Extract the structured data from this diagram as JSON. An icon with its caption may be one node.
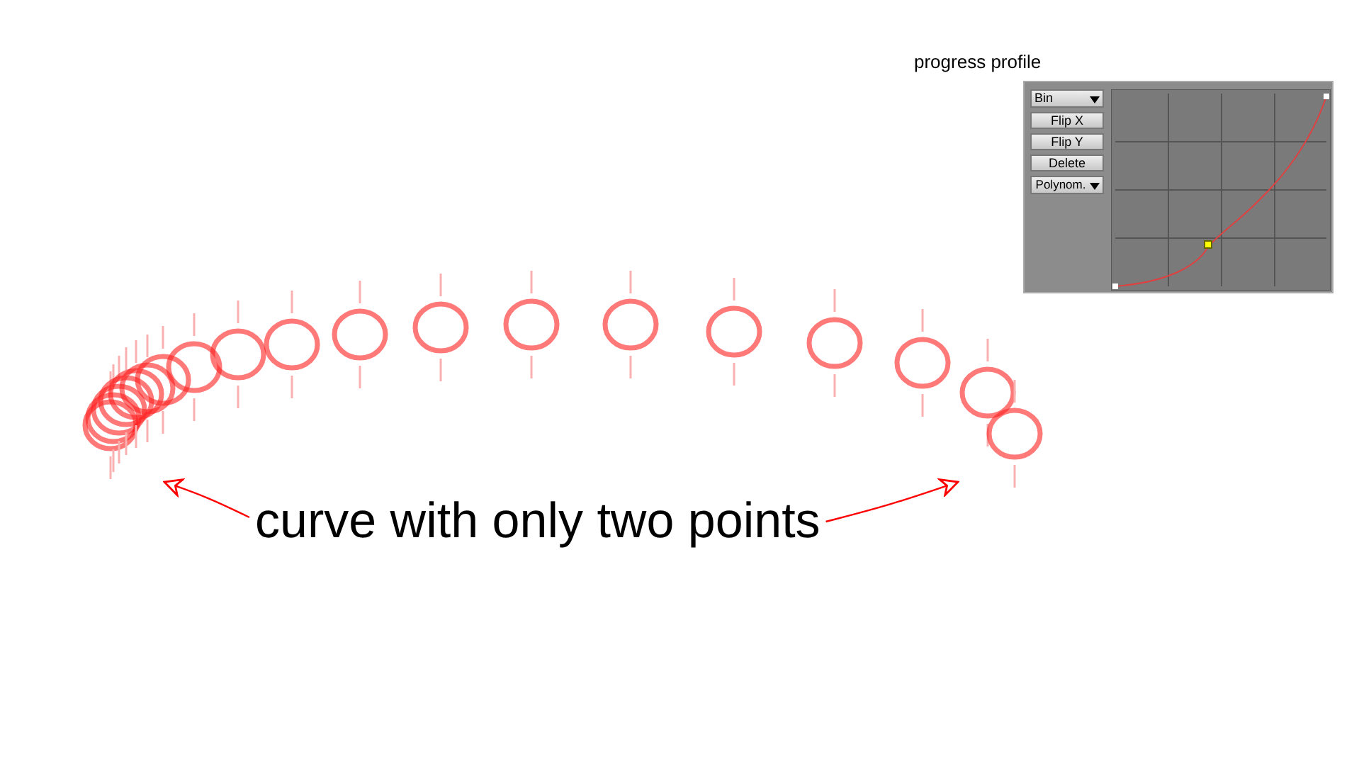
{
  "diagram": {
    "nodes": [
      {
        "text": [
          "progress profile"
        ]
      },
      {
        "text": [
          "Bin"
        ],
        "in": 0
      },
      {
        "text": [
          "Flip X"
        ],
        "in": 0
      },
      {
        "text": [
          "Flip Y"
        ],
        "in": 0
      },
      {
        "text": [
          "Delete"
        ],
        "in": 0
      },
      {
        "text": [
          "Polynom."
        ],
        "in": 0
      },
      {
        "text": [
          "curve with only two points"
        ]
      }
    ],
    "edges": [
      {
        "from": 6,
        "to": null,
        "arrow": "to"
      },
      {
        "from": 6,
        "to": null,
        "arrow": "to"
      }
    ]
  }
}
